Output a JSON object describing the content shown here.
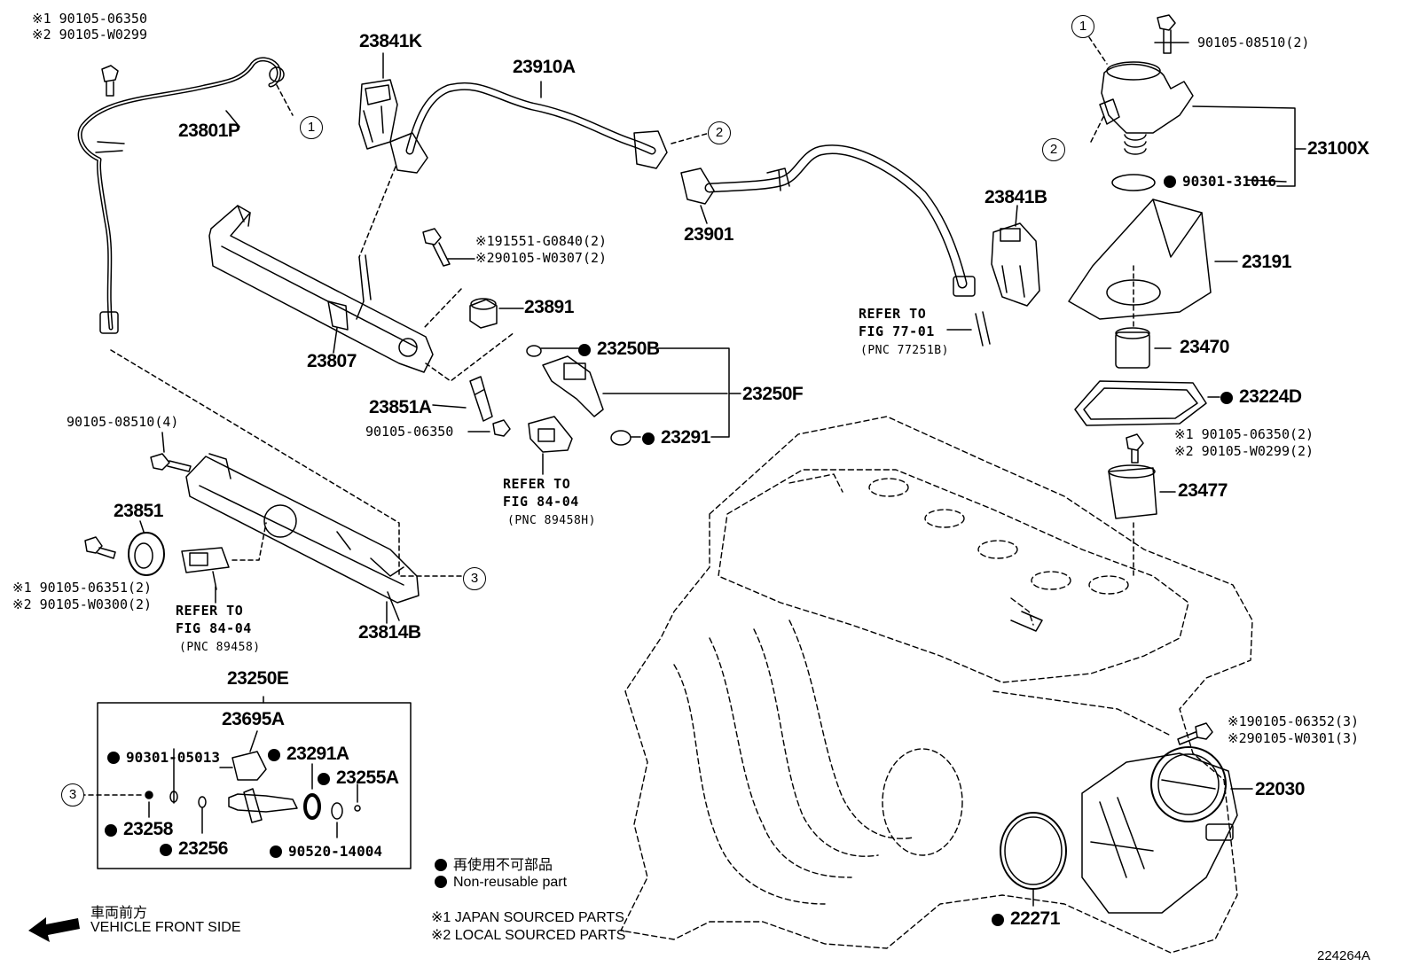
{
  "diagram_id": "224264A",
  "parts": {
    "p23801P": "23801P",
    "p23841K": "23841K",
    "p23910A": "23910A",
    "p23901": "23901",
    "p23807": "23807",
    "p23891": "23891",
    "p23250B": "23250B",
    "p23250F": "23250F",
    "p23291": "23291",
    "p23851A": "23851A",
    "p23841B": "23841B",
    "p23100X": "23100X",
    "p9030131016": "90301-31016",
    "p23191": "23191",
    "p23470": "23470",
    "p23224D": "23224D",
    "p23477": "23477",
    "p23851": "23851",
    "p23814B": "23814B",
    "p23250E": "23250E",
    "p23695A": "23695A",
    "p9030105013": "90301-05013",
    "p23291A": "23291A",
    "p23255A": "23255A",
    "p23258": "23258",
    "p23256": "23256",
    "p9052014004": "90520-14004",
    "p22030": "22030",
    "p22271": "22271"
  },
  "bolts": {
    "b1_l1": "※1 90105-06350",
    "b1_l2": "※2 90105-W0299",
    "b2_l1": "※191551-G0840(2)",
    "b2_l2": "※290105-W0307(2)",
    "b3": "90105-06350",
    "b4": "90105-08510(4)",
    "b5_l1": "※1 90105-06351(2)",
    "b5_l2": "※2 90105-W0300(2)",
    "b6": "90105-08510(2)",
    "b7_l1": "※1 90105-06350(2)",
    "b7_l2": "※2 90105-W0299(2)",
    "b8_l1": "※190105-06352(3)",
    "b8_l2": "※290105-W0301(3)"
  },
  "refs": {
    "r1_l1": "REFER TO",
    "r1_l2": "FIG 77-01",
    "r1_l3": "(PNC 77251B)",
    "r2_l1": "REFER TO",
    "r2_l2": "FIG 84-04",
    "r2_l3": "(PNC 89458H)",
    "r3_l1": "REFER TO",
    "r3_l2": "FIG 84-04",
    "r3_l3": "(PNC 89458)"
  },
  "callouts": {
    "c1": "1",
    "c2": "2",
    "c3": "3"
  },
  "legend": {
    "nonreusable_jp": "再使用不可部品",
    "nonreusable_en": "Non-reusable part",
    "front_jp": "車両前方",
    "front_en": "VEHICLE FRONT SIDE",
    "src1": "※1  JAPAN SOURCED PARTS",
    "src2": "※2  LOCAL SOURCED PARTS"
  }
}
